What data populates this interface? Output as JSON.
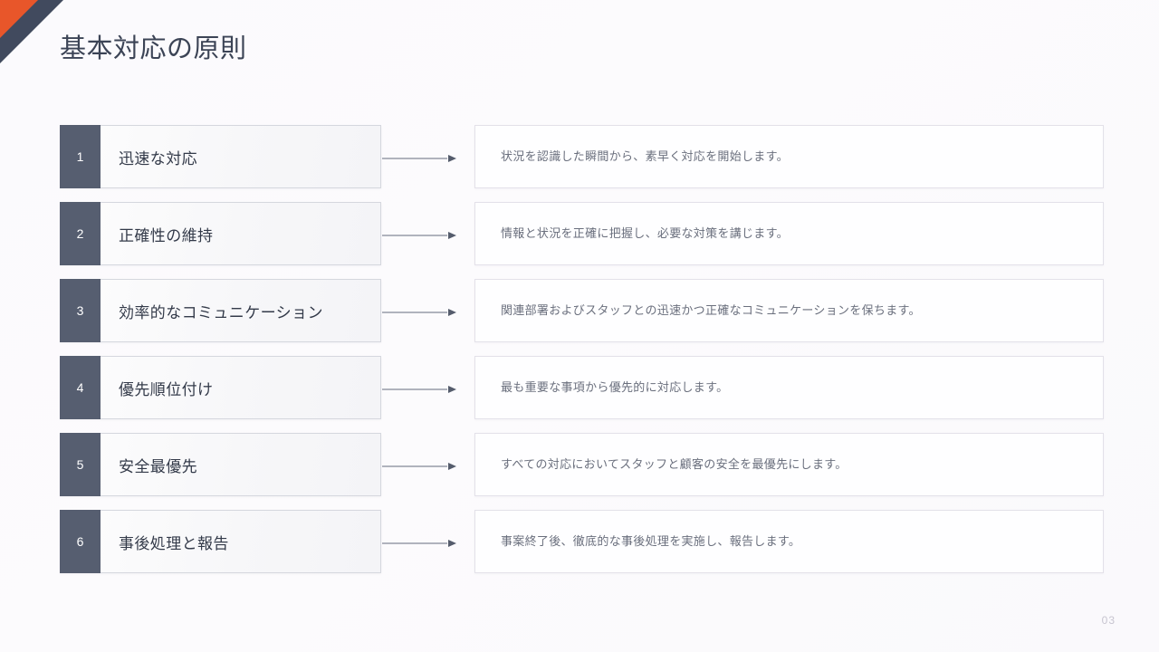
{
  "slide": {
    "title": "基本対応の原則",
    "page_number": "03",
    "accent_orange": "#e8562a",
    "accent_navy": "#414a5e",
    "badge_color": "#565e70",
    "background": "#fbfafd"
  },
  "steps": [
    {
      "number": "1",
      "title": "迅速な対応",
      "description": "状況を認識した瞬間から、素早く対応を開始します。"
    },
    {
      "number": "2",
      "title": "正確性の維持",
      "description": "情報と状況を正確に把握し、必要な対策を講じます。"
    },
    {
      "number": "3",
      "title": "効率的なコミュニケーション",
      "description": "関連部署およびスタッフとの迅速かつ正確なコミュニケーションを保ちます。"
    },
    {
      "number": "4",
      "title": "優先順位付け",
      "description": "最も重要な事項から優先的に対応します。"
    },
    {
      "number": "5",
      "title": "安全最優先",
      "description": "すべての対応においてスタッフと顧客の安全を最優先にします。"
    },
    {
      "number": "6",
      "title": "事後処理と報告",
      "description": "事案終了後、徹底的な事後処理を実施し、報告します。"
    }
  ]
}
